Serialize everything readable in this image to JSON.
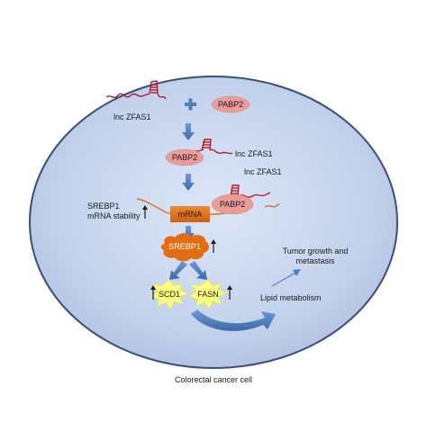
{
  "cell_label": "Colorectal cancer cell",
  "lnc_label": "lnc ZFAS1",
  "pabp2_label": "PABP2",
  "plus_sign": "+",
  "mrna_label": "mRNA",
  "srebp1_label": "SREBP1",
  "srebp1_stability": [
    "SREBP1",
    "mRNA stability"
  ],
  "scd1_label": "SCD1",
  "fasn_label": "FASN",
  "lipid_label": "Lipid metabolism",
  "tumor_label": [
    "Tumor growth and",
    "metastasis"
  ],
  "up_arrow": "↑",
  "colors": {
    "cell_fill": "#c7d5ee",
    "cell_edge": "#3b4f7a",
    "rna_red": "#b81d2c",
    "mrna_orange": "#e36d12",
    "pabp2_pink": "#ea9c98",
    "arrow_blue": "#4d7fbc",
    "burst_yellow": "#ffff82"
  }
}
